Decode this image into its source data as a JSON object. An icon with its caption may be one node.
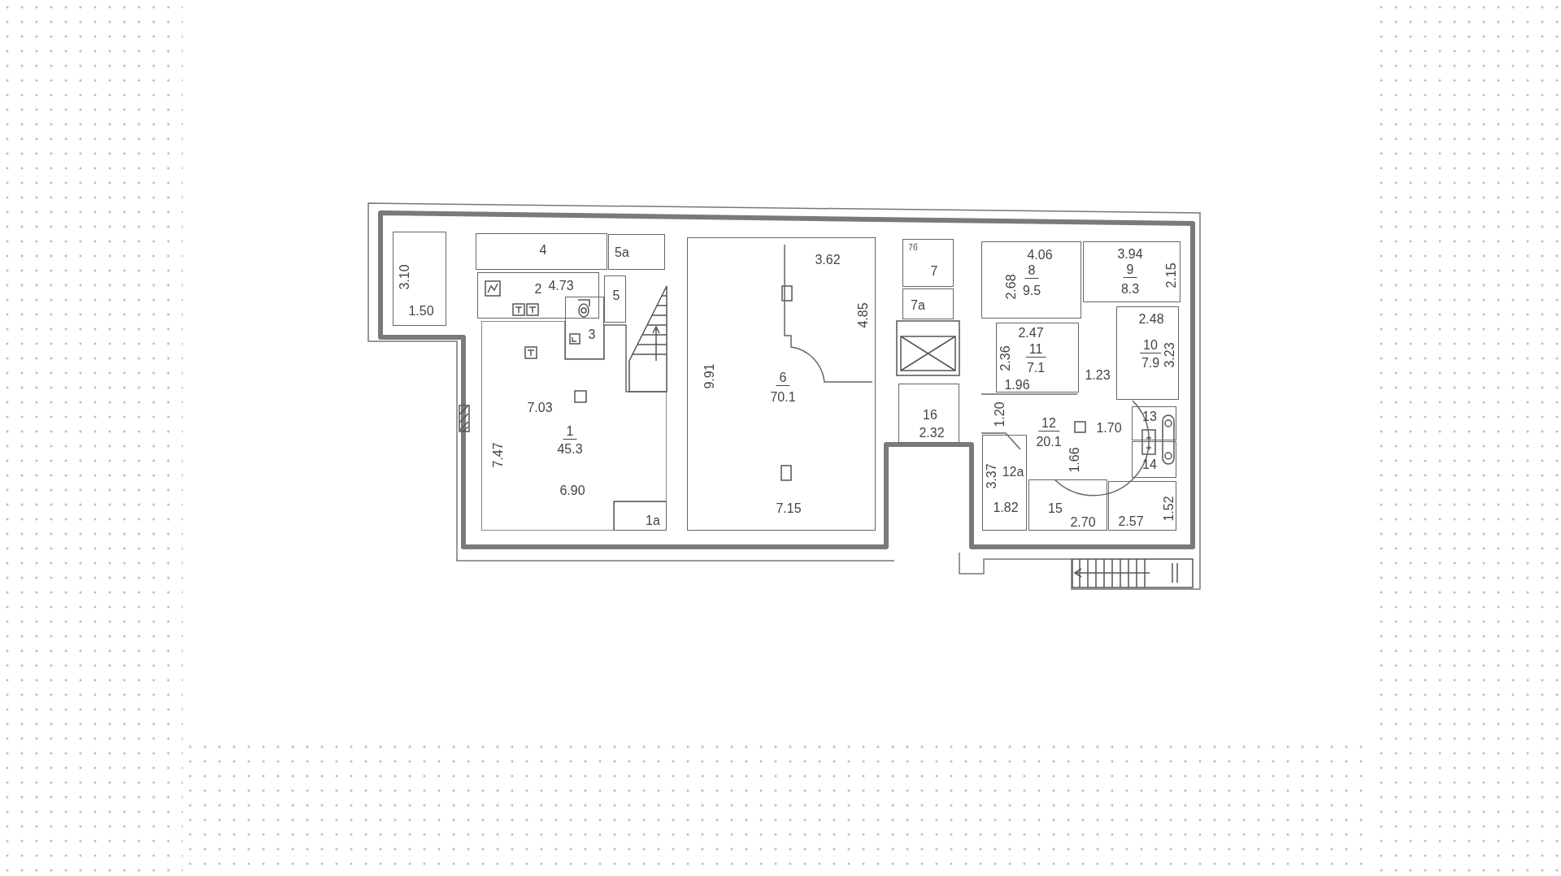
{
  "diagram": {
    "nodes": [
      {
        "text": [
          "3.10",
          "1.50"
        ]
      },
      {
        "text": [
          "4"
        ]
      },
      {
        "text": [
          "5а"
        ]
      },
      {
        "text": [
          "2",
          "4.73"
        ]
      },
      {
        "text": [
          "5"
        ]
      },
      {
        "text": [
          "3"
        ]
      },
      {
        "text": [
          "9.91",
          "6",
          "70.1",
          "7.15"
        ]
      },
      {
        "text": [
          "3.62",
          "4.85"
        ],
        "in": 6
      },
      {
        "text": [
          "7б",
          "7"
        ]
      },
      {
        "text": [
          "4.06",
          "2.68",
          "8",
          "9.5"
        ]
      },
      {
        "text": [
          "3.94",
          "9",
          "8.3",
          "2.15"
        ]
      },
      {
        "text": [
          "7а"
        ]
      },
      {
        "text": [
          "2.47",
          "2.36",
          "11",
          "7.1",
          "1.96"
        ]
      },
      {
        "text": [
          "2.48",
          "10",
          "7.9",
          "3.23"
        ]
      },
      {
        "text": [
          "7.03",
          "1",
          "45.3",
          "7.47",
          "6.90"
        ]
      },
      {
        "text": [
          "16",
          "2.32"
        ]
      },
      {
        "text": [
          "1.20",
          "12",
          "20.1",
          "1.70",
          "1.66"
        ]
      },
      {
        "text": [
          "13"
        ]
      },
      {
        "text": [
          "14"
        ]
      },
      {
        "text": [
          "3.37",
          "12а",
          "1.82"
        ]
      },
      {
        "text": [
          "1а"
        ]
      },
      {
        "text": [
          "15",
          "2.70"
        ]
      },
      {
        "text": [
          "2.57",
          "1.52"
        ]
      }
    ],
    "labels": [
      "1.23"
    ]
  }
}
